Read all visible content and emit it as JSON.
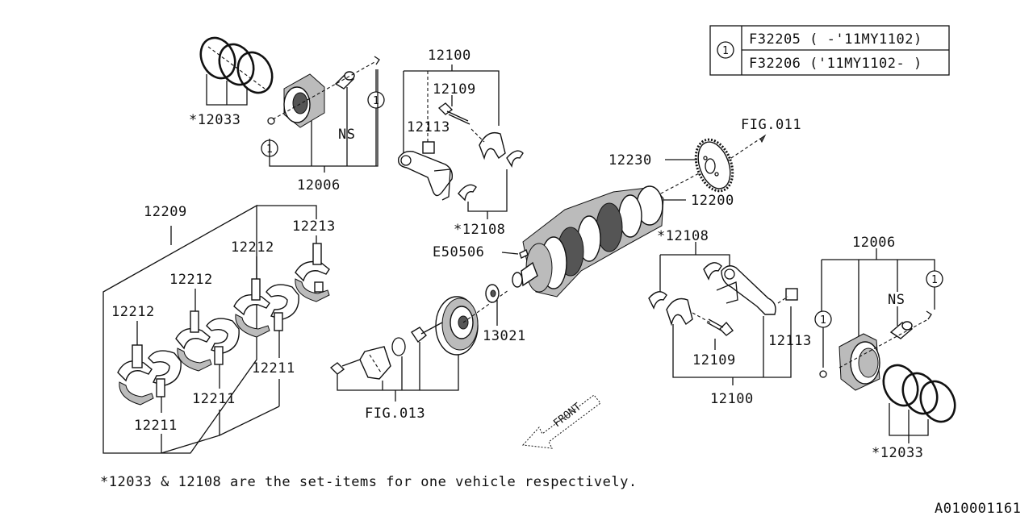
{
  "legend": {
    "symbol": "1",
    "rows": [
      "F32205 ( -'11MY1102)",
      "F32206 ('11MY1102- )"
    ]
  },
  "labels": {
    "p12033_top": "*12033",
    "p12006_top": "12006",
    "ns_top": "NS",
    "c1_top_a": "1",
    "c1_top_b": "1",
    "p12100_top": "12100",
    "p12109_top": "12109",
    "p12113_top": "12113",
    "p12108_top": "*12108",
    "fig011": "FIG.011",
    "p12230": "12230",
    "p12200": "12200",
    "p12209": "12209",
    "p12213": "12213",
    "p12212_a": "12212",
    "p12212_b": "12212",
    "p12212_c": "12212",
    "p12211_a": "12211",
    "p12211_b": "12211",
    "p12211_c": "12211",
    "e50506": "E50506",
    "p13021": "13021",
    "fig013": "FIG.013",
    "p12108_mid": "*12108",
    "p12109_bot": "12109",
    "p12113_bot": "12113",
    "p12100_bot": "12100",
    "p12006_right": "12006",
    "ns_right": "NS",
    "c1_right_a": "1",
    "c1_right_b": "1",
    "p12033_right": "*12033",
    "front": "FRONT"
  },
  "footnote": "*12033 & 12108 are the set-items for one vehicle respectively.",
  "diagram_id": "A010001161"
}
